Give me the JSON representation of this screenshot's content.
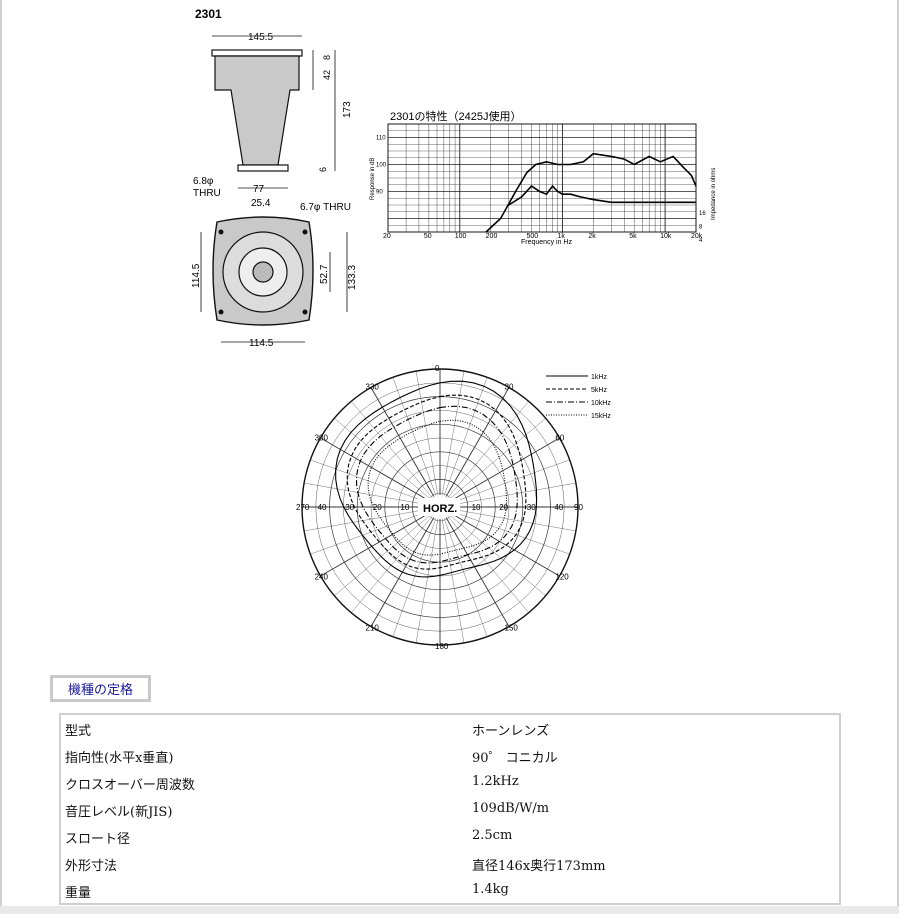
{
  "dimension_drawing": {
    "model": "2301",
    "dims": {
      "top_width": "145.5",
      "flange_h": "8",
      "body_h": "42",
      "total_h": "173",
      "base_h": "6",
      "base_w": "77",
      "hole_dia": "6.8",
      "hole_suffix": "THRU",
      "inner_w": "25.4",
      "hole_dia2": "6.7",
      "face_h": "114.5",
      "inner_h": "52.7",
      "outer_h": "133.3",
      "face_w": "114.5",
      "phi": "φ"
    }
  },
  "response_chart": {
    "title": "2301の特性（2425J使用）",
    "ylabel": "Response in dB",
    "ylabel_right": "Impedance in ohms",
    "xlabel": "Frequency in Hz",
    "x_ticks": [
      "20",
      "50",
      "100",
      "200",
      "500",
      "1k",
      "2k",
      "5k",
      "10k",
      "20k"
    ],
    "y_ticks": [
      "110",
      "100",
      "90"
    ],
    "y_ticks_right": [
      "16",
      "8",
      "4"
    ]
  },
  "polar_chart": {
    "center_label": "HORZ.",
    "legend": [
      "1kHz",
      "5kHz",
      "10kHz",
      "15kHz"
    ],
    "radial_labels": [
      "10",
      "20",
      "30",
      "40"
    ],
    "angle_labels": [
      "0",
      "30",
      "60",
      "90",
      "120",
      "150",
      "180",
      "210",
      "240",
      "270",
      "300",
      "330"
    ]
  },
  "chart_data": {
    "type": "line",
    "title": "2301の特性（2425J使用）",
    "xlabel": "Frequency in Hz",
    "ylabel": "Response in dB",
    "x_scale": "log",
    "xlim": [
      20,
      20000
    ],
    "ylim": [
      75,
      115
    ],
    "grid": true,
    "series": [
      {
        "name": "",
        "x": [
          180,
          250,
          350,
          450,
          550,
          700,
          900,
          1200,
          1600,
          2000,
          3000,
          4000,
          5000,
          7000,
          9000,
          12000,
          15000,
          18000,
          20000
        ],
        "values": [
          75,
          80,
          90,
          97,
          100,
          101,
          100,
          100,
          101,
          104,
          103,
          102,
          100,
          103,
          101,
          103,
          99,
          96,
          92
        ]
      },
      {
        "name": "",
        "x": [
          300,
          400,
          500,
          600,
          700,
          800,
          900,
          1000,
          1200,
          1500,
          2000,
          3000,
          5000,
          8000,
          12000,
          20000
        ],
        "values": [
          85,
          88,
          92,
          90,
          89,
          92,
          90,
          89,
          89,
          88,
          87,
          86,
          86,
          86,
          86,
          86
        ]
      }
    ]
  },
  "section": {
    "title": "機種の定格"
  },
  "specs": [
    {
      "label": "型式",
      "value": "ホーンレンズ"
    },
    {
      "label": "指向性(水平x垂直)",
      "value": "90゜ コニカル"
    },
    {
      "label": "クロスオーバー周波数",
      "value": "1.2kHz"
    },
    {
      "label": "音圧レベル(新JIS)",
      "value": "109dB/W/m"
    },
    {
      "label": "スロート径",
      "value": "2.5cm"
    },
    {
      "label": "外形寸法",
      "value": "直径146x奥行173mm"
    },
    {
      "label": "重量",
      "value": "1.4kg"
    }
  ]
}
